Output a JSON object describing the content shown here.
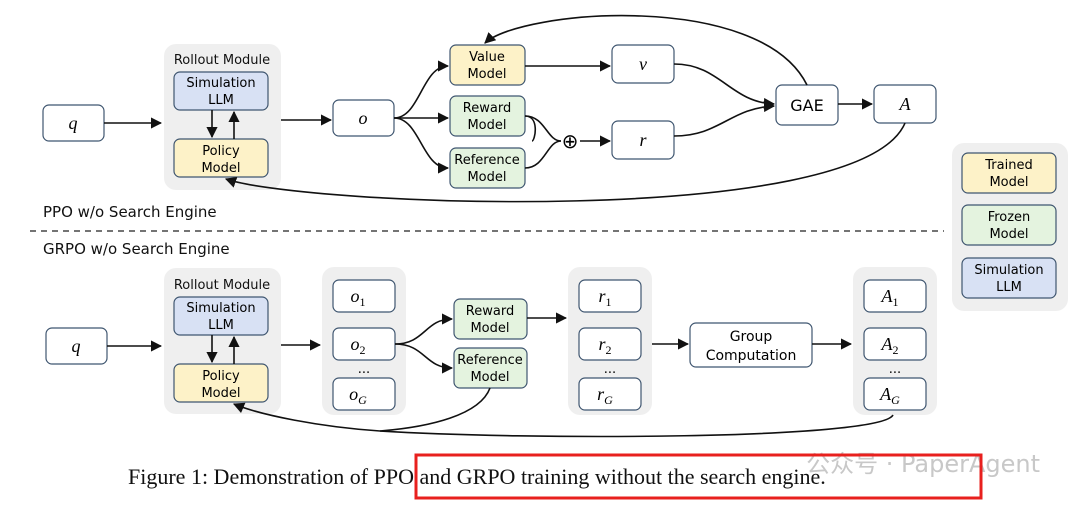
{
  "colors": {
    "trained": "#fdf2c8",
    "frozen": "#e4f3df",
    "simulation": "#d8e1f4",
    "panel": "#efefef",
    "stroke": "#3f5670",
    "arrow": "#111111",
    "highlight": "#e8201e"
  },
  "ppo": {
    "section_label": "PPO w/o Search Engine",
    "q": "q",
    "rollout_title": "Rollout Module",
    "simulation_llm": [
      "Simulation",
      "LLM"
    ],
    "policy_model": [
      "Policy",
      "Model"
    ],
    "o": "o",
    "value_model": [
      "Value",
      "Model"
    ],
    "reward_model": [
      "Reward",
      "Model"
    ],
    "reference_model": [
      "Reference",
      "Model"
    ],
    "oplus": "⊕",
    "v": "v",
    "r": "r",
    "gae": "GAE",
    "a": "A"
  },
  "grpo": {
    "section_label": "GRPO w/o Search Engine",
    "q": "q",
    "rollout_title": "Rollout Module",
    "simulation_llm": [
      "Simulation",
      "LLM"
    ],
    "policy_model": [
      "Policy",
      "Model"
    ],
    "outputs": [
      {
        "base": "o",
        "sub": "1"
      },
      {
        "base": "o",
        "sub": "2"
      },
      {
        "base": "o",
        "sub": "G"
      }
    ],
    "rewards": [
      {
        "base": "r",
        "sub": "1"
      },
      {
        "base": "r",
        "sub": "2"
      },
      {
        "base": "r",
        "sub": "G"
      }
    ],
    "advantages": [
      {
        "base": "A",
        "sub": "1"
      },
      {
        "base": "A",
        "sub": "2"
      },
      {
        "base": "A",
        "sub": "G"
      }
    ],
    "ellipsis": "...",
    "reward_model": [
      "Reward",
      "Model"
    ],
    "reference_model": [
      "Reference",
      "Model"
    ],
    "group_computation": [
      "Group",
      "Computation"
    ]
  },
  "legend": {
    "trained": [
      "Trained",
      "Model"
    ],
    "frozen": [
      "Frozen",
      "Model"
    ],
    "simulation": [
      "Simulation",
      "LLM"
    ]
  },
  "caption": {
    "prefix": "Figure 1: Demonstration of ",
    "highlighted": "PPO and GRPO training without the search engine."
  },
  "watermark": "公众号 · PaperAgent"
}
